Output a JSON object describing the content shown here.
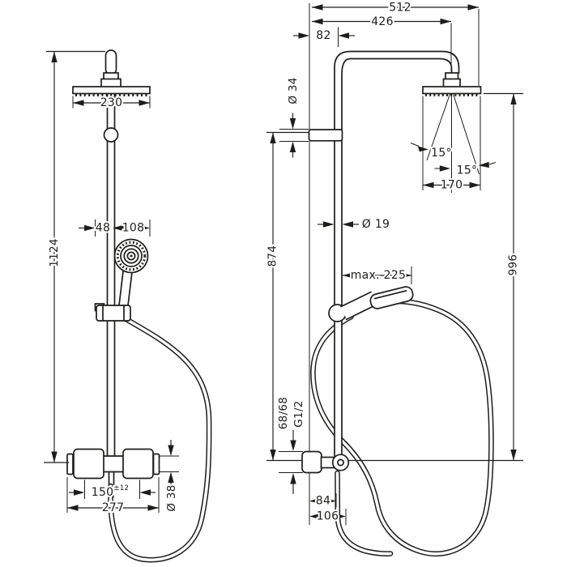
{
  "page": {
    "background": "#ffffff",
    "line_color": "#1d1d1b"
  },
  "front_view": {
    "dim_overall_height": "1124",
    "dim_head_width": "230",
    "dim_holder_offset": "48",
    "dim_holder_width": "108",
    "dim_valve_centers": "150",
    "dim_valve_centers_tolerance": "±12",
    "dim_valve_width": "277",
    "dim_valve_body_diameter": "Ø 38"
  },
  "side_view": {
    "dim_total_projection": "512",
    "dim_arm_projection": "426",
    "dim_riser_offset": "82",
    "dim_bracket_diameter": "Ø 34",
    "dim_riser_height": "874",
    "dim_head_height": "996",
    "dim_pipe_diameter": "Ø 19",
    "dim_spray_angle_left": "15°",
    "dim_spray_angle_right": "15°",
    "dim_head_width": "170",
    "dim_handshower_reach": "max. 225",
    "dim_connection_offset": "68/68",
    "dim_connection_thread": "G1/2",
    "dim_hose_offset": "84",
    "dim_elbow_offset": "106"
  }
}
